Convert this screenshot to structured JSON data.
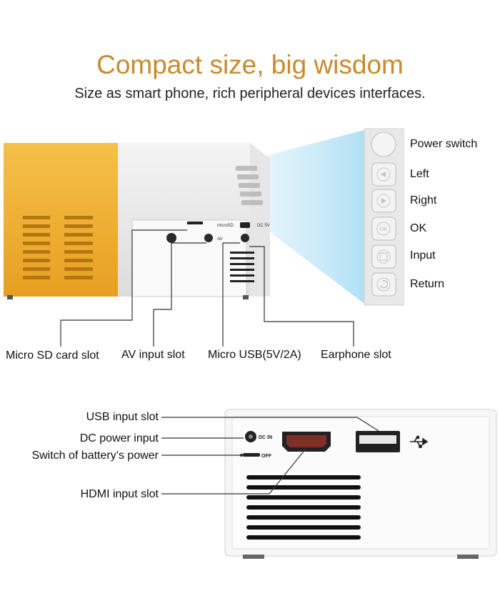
{
  "heading": {
    "title": "Compact size, big wisdom",
    "subtitle": "Size as smart phone, rich peripheral devices interfaces."
  },
  "device_top": {
    "port_labels": {
      "microsd": "microSD",
      "av": "AV",
      "dc5v": "DC 5V"
    },
    "callouts": {
      "micro_sd": "Micro SD card slot",
      "av_input": "AV input slot",
      "micro_usb": "Micro USB(5V/2A)",
      "earphone": "Earphone slot"
    }
  },
  "button_panel": {
    "buttons": [
      {
        "label": "Power switch",
        "icon": "circle-button-icon"
      },
      {
        "label": "Left",
        "icon": "left-arrow-icon"
      },
      {
        "label": "Right",
        "icon": "right-arrow-icon"
      },
      {
        "label": "OK",
        "icon": "ok-icon"
      },
      {
        "label": "Input",
        "icon": "input-icon"
      },
      {
        "label": "Return",
        "icon": "return-icon"
      }
    ],
    "ok_text": "OK"
  },
  "device_back": {
    "port_labels": {
      "dc_in": "DC IN",
      "off": "OFF"
    },
    "callouts": {
      "usb_input": "USB input slot",
      "dc_power": "DC power input",
      "battery_switch": "Switch of battery’s power",
      "hdmi_input": "HDMI input slot"
    }
  },
  "colors": {
    "accent": "#c98a2e",
    "body_orange": "#f2b230",
    "projection_blue": "#bfe6f7"
  }
}
